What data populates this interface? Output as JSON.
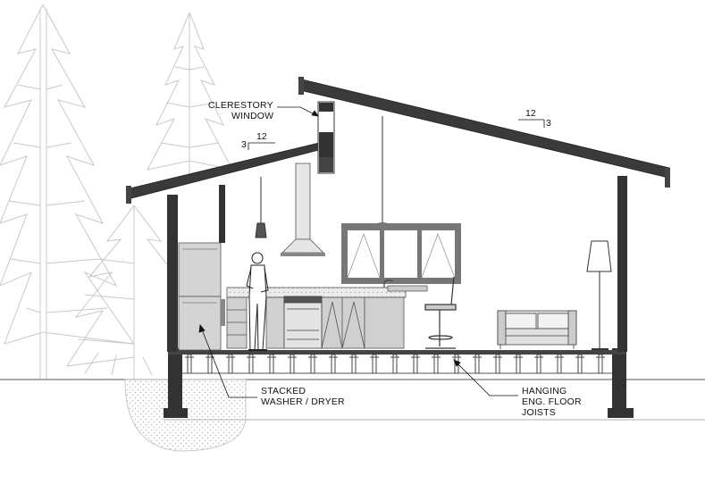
{
  "diagram": {
    "callouts": {
      "clerestory": [
        "CLERESTORY",
        "WINDOW"
      ],
      "washer_dryer": [
        "STACKED",
        "WASHER / DRYER"
      ],
      "floor_joists": [
        "HANGING",
        "ENG. FLOOR",
        "JOISTS"
      ]
    },
    "pitch_marks": {
      "left": {
        "rise": "3",
        "run": "12"
      },
      "right": {
        "rise": "3",
        "run": "12"
      }
    }
  }
}
